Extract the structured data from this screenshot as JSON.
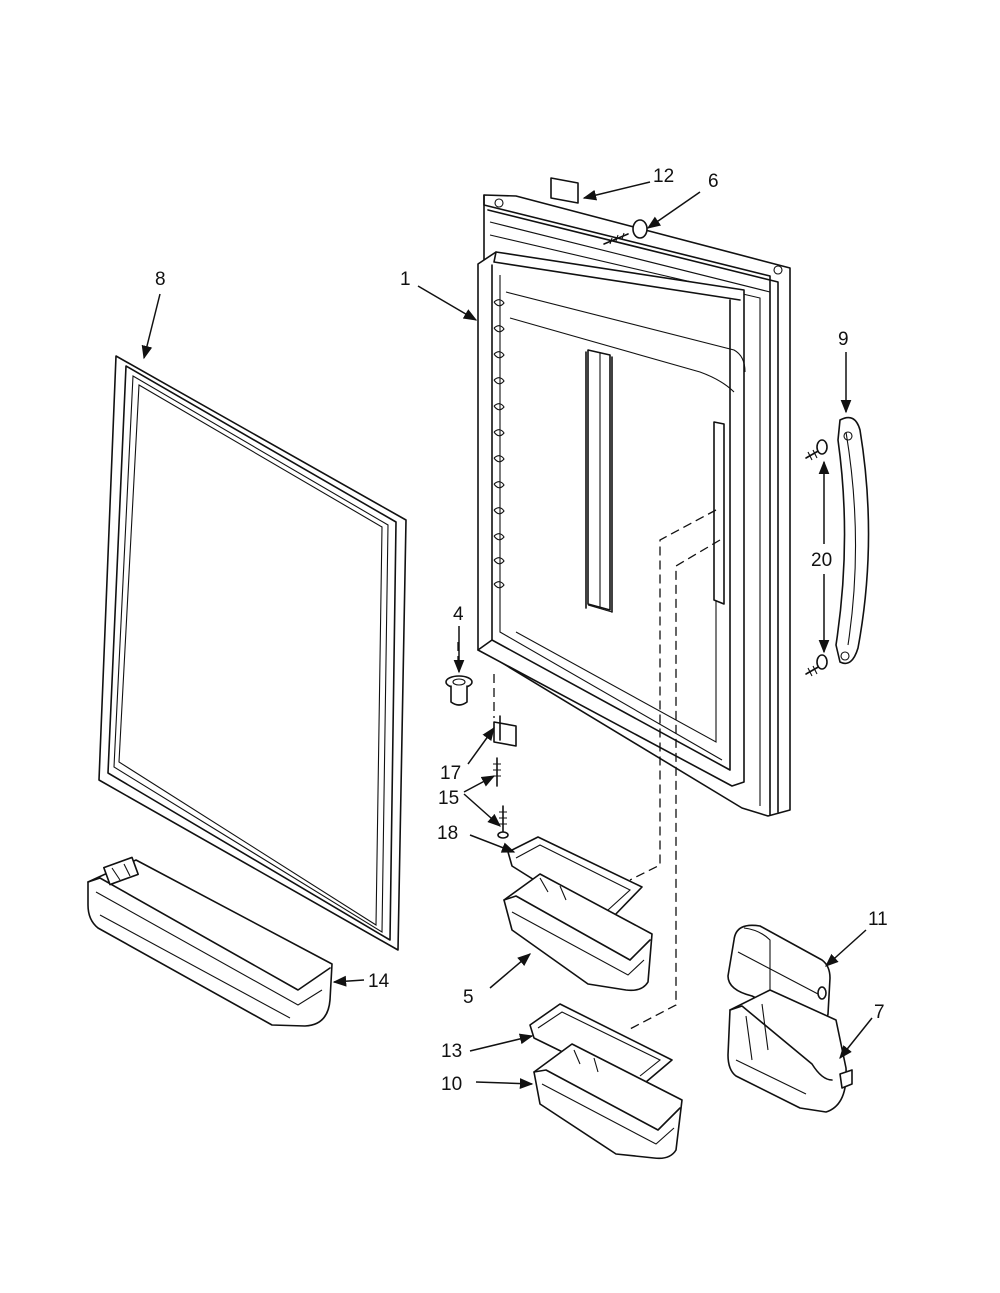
{
  "labels": {
    "p1": "1",
    "p4": "4",
    "p5": "5",
    "p6": "6",
    "p7": "7",
    "p8": "8",
    "p9": "9",
    "p10": "10",
    "p11": "11",
    "p12": "12",
    "p13": "13",
    "p14": "14",
    "p15": "15",
    "p17": "17",
    "p18": "18",
    "p20": "20"
  }
}
